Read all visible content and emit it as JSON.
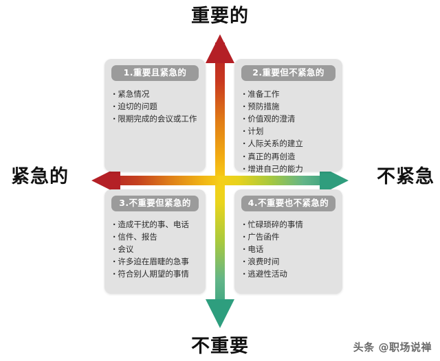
{
  "axes": {
    "top_label": "重要的",
    "bottom_label": "不重要",
    "left_label": "紧急的",
    "right_label": "不紧急",
    "vertical_gradient": [
      "#b42026",
      "#d8521f",
      "#ef8a12",
      "#f5c41b",
      "#e8cf1c",
      "#a8c83c",
      "#5bb486",
      "#2e9e7e"
    ],
    "horizontal_gradient": [
      "#b42026",
      "#d05326",
      "#e88a18",
      "#f2bb16",
      "#e9d01c",
      "#a9c93d",
      "#5fb587",
      "#2f9d7d"
    ],
    "vertical_arrow_top_color": "#b42026",
    "vertical_arrow_bottom_color": "#2e9e7e",
    "horizontal_arrow_left_color": "#b42026",
    "horizontal_arrow_right_color": "#2f9d7d"
  },
  "theme": {
    "card_background": "#e2e2e2",
    "card_header_background": "#9b9b9b",
    "card_header_text": "#ffffff",
    "body_text": "#2b2b2b",
    "page_background": "#ffffff"
  },
  "quadrants": [
    {
      "id": "q1",
      "title": "1.重要且紧急的",
      "items": [
        "紧急情况",
        "迫切的问题",
        "限期完成的会议或工作"
      ]
    },
    {
      "id": "q2",
      "title": "2.重要但不紧急的",
      "items": [
        "准备工作",
        "预防措施",
        "价值观的澄清",
        "计划",
        "人际关系的建立",
        "真正的再创造",
        "增进自己的能力"
      ]
    },
    {
      "id": "q3",
      "title": "3.不重要但紧急的",
      "items": [
        "造成干扰的事、电话",
        "信件、报告",
        "会议",
        "许多迫在眉睫的急事",
        "符合别人期望的事情"
      ]
    },
    {
      "id": "q4",
      "title": "4.不重要也不紧急的",
      "items": [
        "忙碌琐碎的事情",
        "广告函件",
        "电话",
        "浪费时间",
        "逃避性活动"
      ]
    }
  ],
  "watermark": {
    "text": "头条 @职场说禅"
  }
}
